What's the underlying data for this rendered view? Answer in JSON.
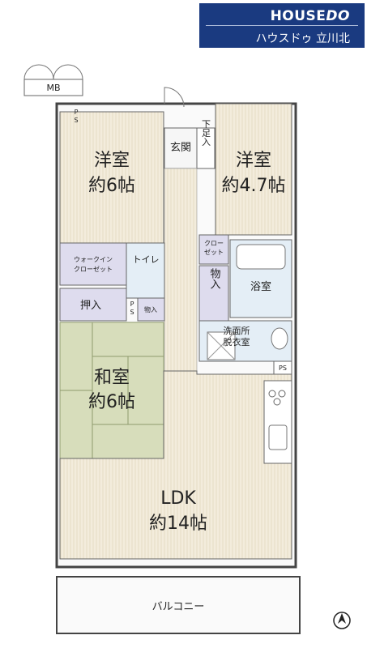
{
  "brand": {
    "logo": "HOUSE",
    "logo_em": "DO",
    "branch": "ハウスドゥ 立川北"
  },
  "rooms": {
    "western1": {
      "name": "洋室",
      "size": "約6帖"
    },
    "western2": {
      "name": "洋室",
      "size": "約4.7帖"
    },
    "genkan": "玄関",
    "shoe": "下足入",
    "wic": [
      "ウォークイン",
      "クローゼット"
    ],
    "toilet": "トイレ",
    "closet_small": [
      "クロー",
      "ゼット"
    ],
    "storage": "物入",
    "storage2": "物入",
    "bath": "浴室",
    "oshiire": "押入",
    "washroom": [
      "洗面所",
      "脱衣室"
    ],
    "ps": "PS",
    "ps_v": [
      "P",
      "S"
    ],
    "ps_top": [
      "P",
      "S"
    ],
    "washitsu": {
      "name": "和室",
      "size": "約6帖"
    },
    "ldk": {
      "name": "LDK",
      "size": "約14帖"
    },
    "balcony": "バルコニー",
    "mb": "MB"
  },
  "colors": {
    "floor": "#f3ecdc",
    "tatami": "#d7ddbb",
    "bath": "#e4eef6",
    "closet": "#dedcee",
    "wall": "#444444",
    "brand": "#1a3a80"
  }
}
